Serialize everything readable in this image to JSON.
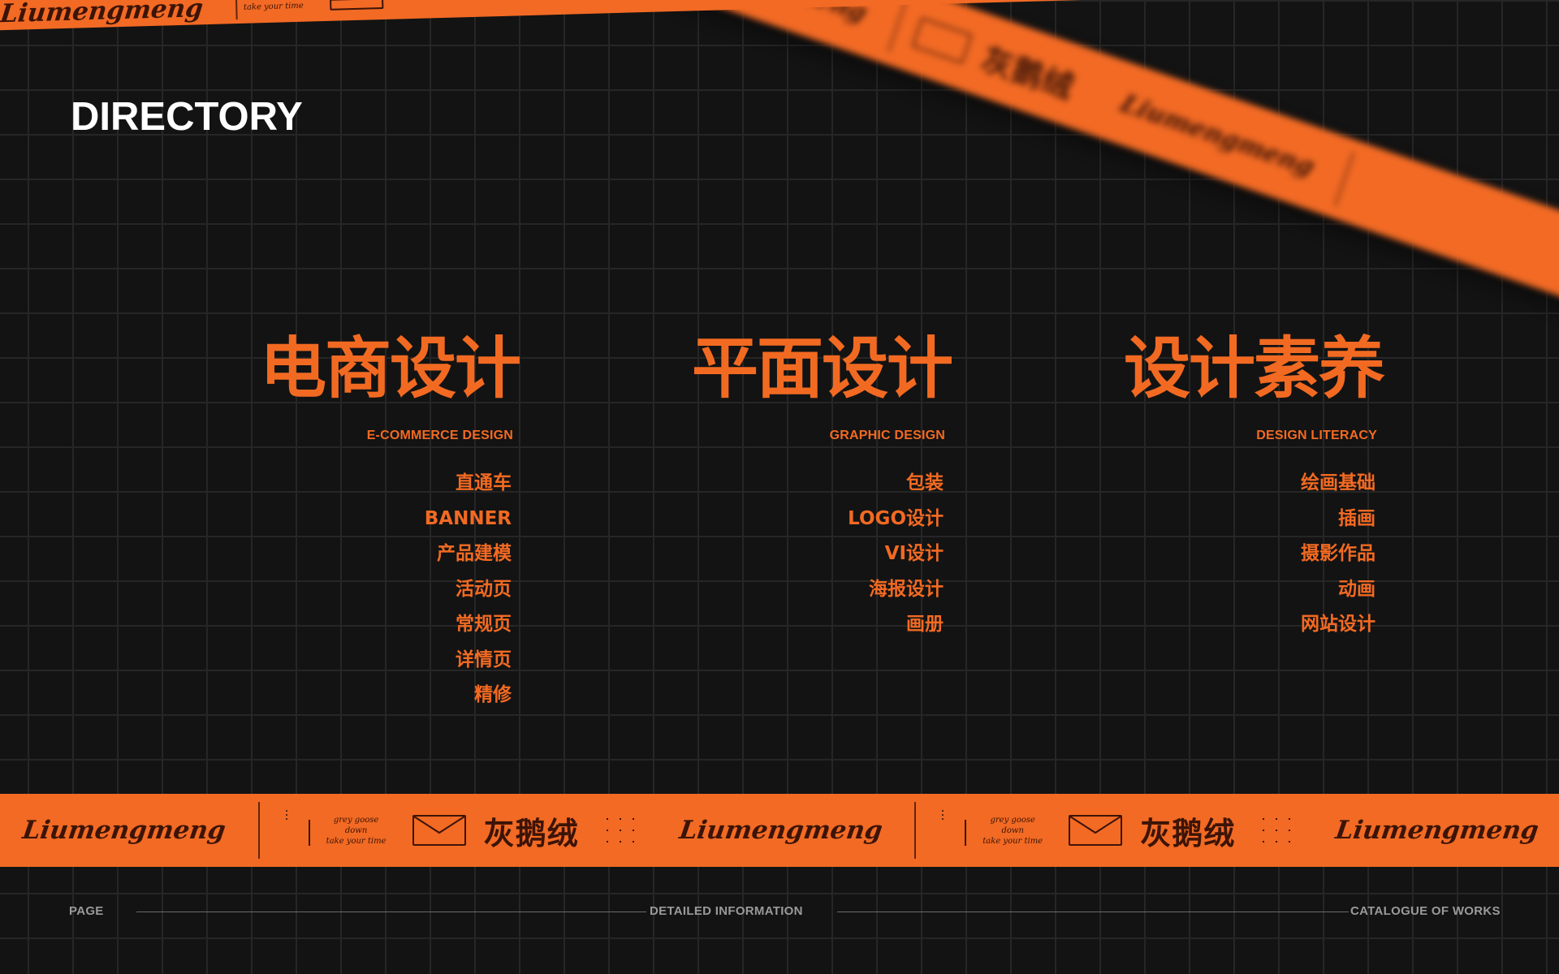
{
  "page": {
    "title": "DIRECTORY"
  },
  "columns": [
    {
      "heading": "电商设计",
      "subtitle": "E-COMMERCE DESIGN",
      "items": [
        "直通车",
        "BANNER",
        "产品建模",
        "活动页",
        "常规页",
        "详情页",
        "精修"
      ]
    },
    {
      "heading": "平面设计",
      "subtitle": "GRAPHIC DESIGN",
      "items": [
        "包装",
        "LOGO设计",
        "VI设计",
        "海报设计",
        "画册"
      ]
    },
    {
      "heading": "设计素养",
      "subtitle": "DESIGN LITERACY",
      "items": [
        "绘画基础",
        "插画",
        "摄影作品",
        "动画",
        "网站设计"
      ]
    }
  ],
  "tape": {
    "signature": "Liumengmeng",
    "tagline": [
      "grey goose",
      "down",
      "take your time"
    ],
    "brand": "灰鹅绒",
    "mail_icon": "envelope-icon",
    "color": "#f26a24"
  },
  "footer": {
    "left": "PAGE",
    "center": "DETAILED INFORMATION",
    "right": "CATALOGUE OF WORKS"
  },
  "colors": {
    "accent": "#f26a22",
    "background": "#131313",
    "tape_ink": "#3c1407"
  }
}
